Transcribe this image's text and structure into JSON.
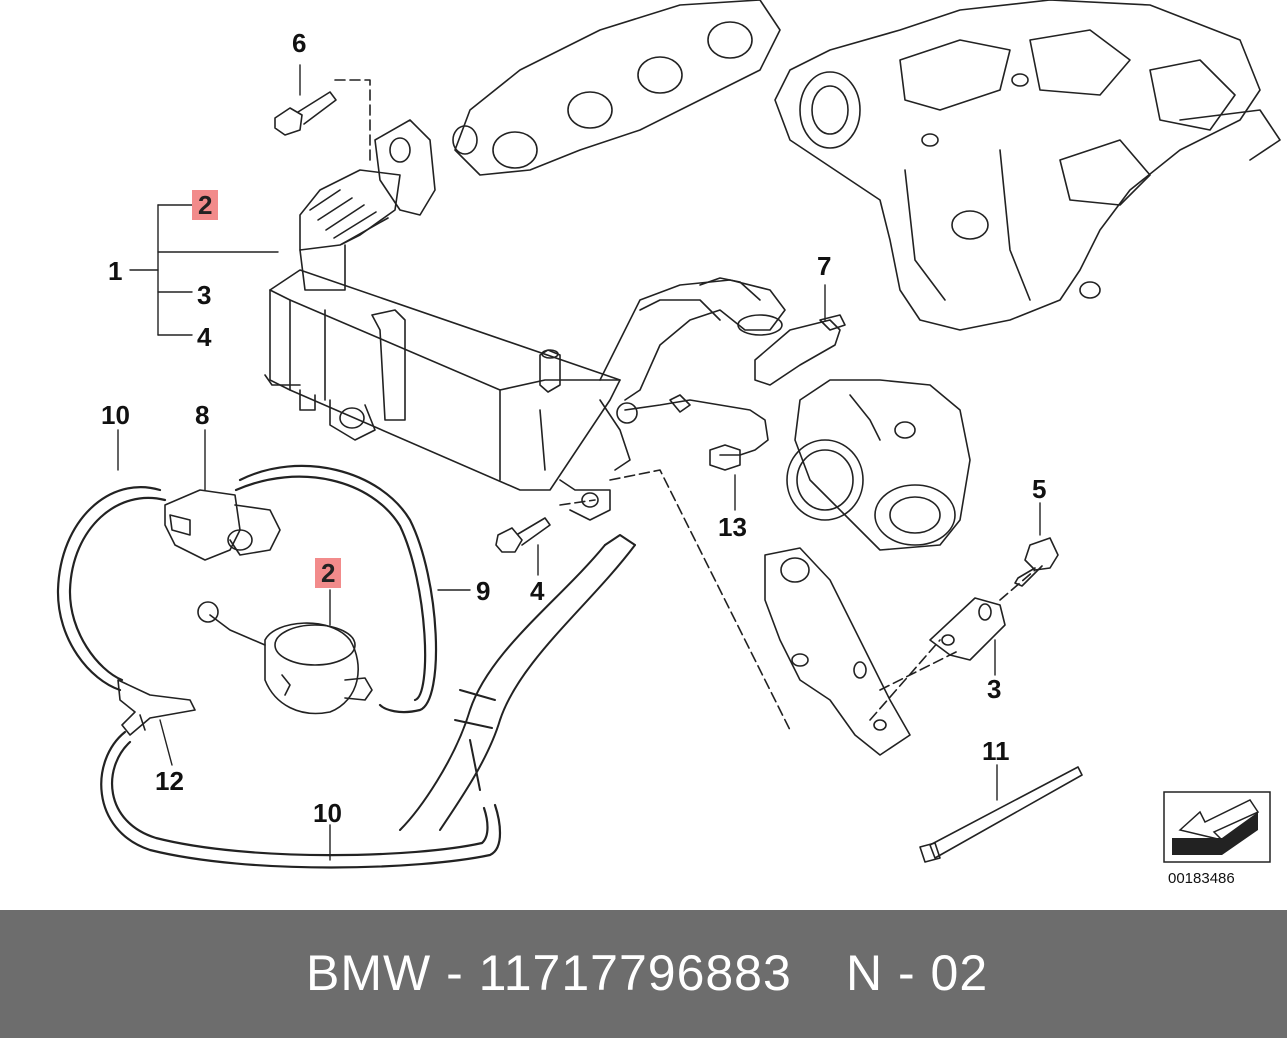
{
  "callouts": {
    "c1": "1",
    "c2_top": "2",
    "c2_mid": "2",
    "c3_group": "3",
    "c3_bracket": "3",
    "c4_group": "4",
    "c4_bolt": "4",
    "c5": "5",
    "c6": "6",
    "c7": "7",
    "c8": "8",
    "c9": "9",
    "c10_top": "10",
    "c10_bottom": "10",
    "c11": "11",
    "c12": "12",
    "c13": "13"
  },
  "diagram_code": "00183486",
  "footer": {
    "brand_part": "BMW - 11717796883",
    "position": "N - 02"
  },
  "colors": {
    "highlight": "#f28b8b",
    "footer_bg": "#6d6d6d",
    "footer_text": "#ffffff"
  }
}
